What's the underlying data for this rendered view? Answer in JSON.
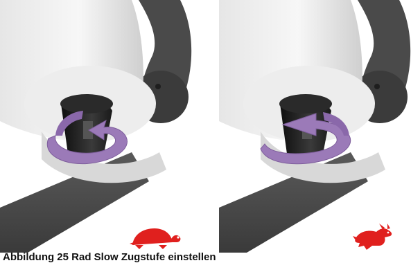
{
  "figure": {
    "caption": "Abbildung 25 Rad Slow Zugstufe einstellen"
  },
  "panels": [
    {
      "rotation": "clockwise",
      "icon": "turtle-icon",
      "meaning": "slow"
    },
    {
      "rotation": "counterclockwise",
      "icon": "rabbit-icon",
      "meaning": "fast"
    }
  ],
  "colors": {
    "arrow": "#9b7ab8",
    "icon": "#e0201e",
    "knob": "#1a1a1a"
  }
}
